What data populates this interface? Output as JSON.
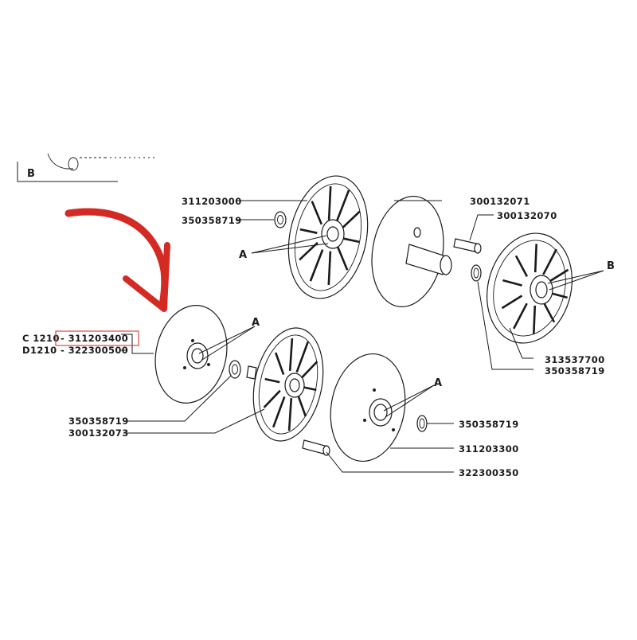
{
  "diagram": {
    "corner_letter": "B",
    "callout_letters": {
      "a1": "A",
      "a2": "A",
      "a3": "A",
      "b": "B"
    },
    "labels": {
      "p311203000": "311203000",
      "p350358719_top": "350358719",
      "p300132071": "300132071",
      "p300132070": "300132070",
      "p313537700": "313537700",
      "p350358719_right": "350358719",
      "c1210_prefix": "C 1210",
      "c1210_part": "- 311203400",
      "d1210_prefix": "D1210",
      "d1210_part": "- 322300500",
      "p350358719_left": "350358719",
      "p300132073": "300132073",
      "p350358719_low": "350358719",
      "p311203300": "311203300",
      "p322300350": "322300350"
    },
    "colors": {
      "line": "#1a1a1a",
      "arrow": "#d42a24",
      "highlight_box": "#d94a44",
      "background": "#ffffff"
    }
  }
}
